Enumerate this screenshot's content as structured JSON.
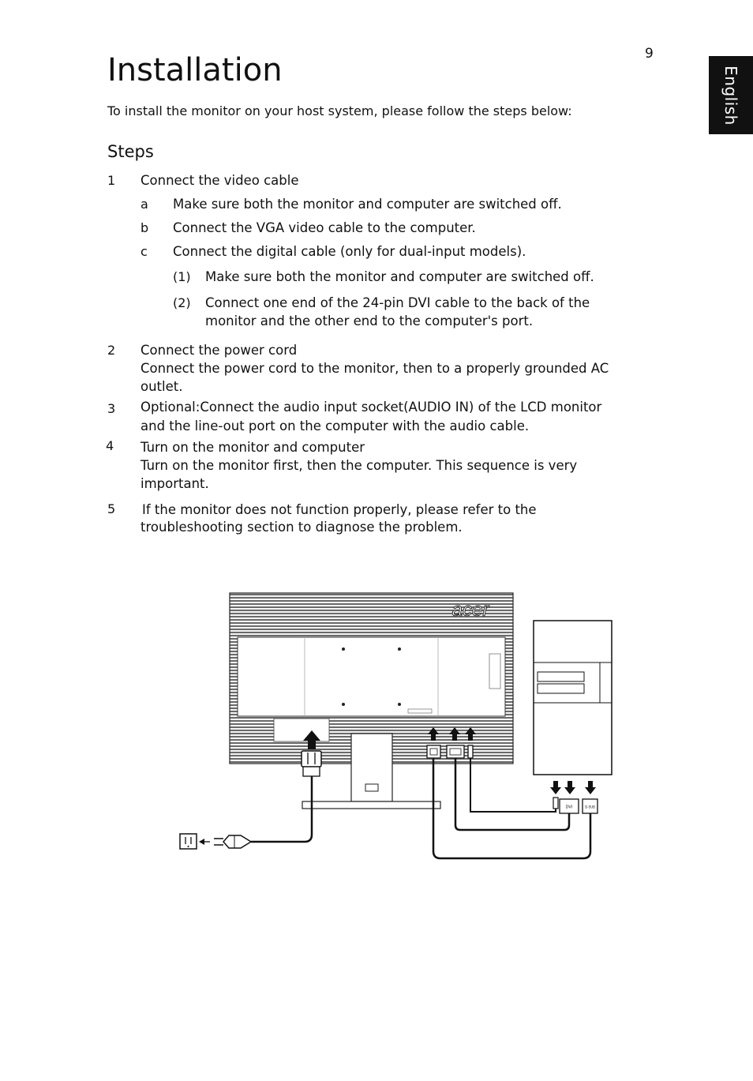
{
  "page_number": "9",
  "language_tab": "English",
  "title": "Installation",
  "intro": "To install the monitor on your host system, please follow the steps below:",
  "steps_heading": "Steps",
  "steps": [
    {
      "number": "1",
      "lines": [
        "Connect the video cable"
      ],
      "substeps": [
        {
          "letter": "a",
          "text": "Make sure both the monitor and computer are switched off."
        },
        {
          "letter": "b",
          "text": "Connect the VGA video cable to the computer."
        },
        {
          "letter": "c",
          "text": "Connect the digital cable (only for dual-input models)."
        }
      ],
      "subsubsteps": [
        {
          "number": "(1)",
          "lines": [
            "Make sure both the monitor and computer are switched off."
          ]
        },
        {
          "number": "(2)",
          "lines": [
            "Connect one end of the 24-pin DVI cable to the back of the",
            "monitor and the other end to the computer's port."
          ]
        }
      ]
    },
    {
      "number": "2",
      "lines": [
        "Connect the power cord",
        "Connect the power cord to the monitor, then to a properly grounded AC",
        "outlet."
      ]
    },
    {
      "number": "3",
      "lines": [
        "Optional:Connect the audio input socket(AUDIO IN) of the LCD monitor",
        "and the line-out port on the computer with the audio cable."
      ]
    },
    {
      "number": "4",
      "lines": [
        "Turn on the monitor and computer",
        "Turn on the monitor first, then the computer. This sequence is very",
        "important."
      ]
    },
    {
      "number": "5",
      "lines": [
        "If the monitor does not function properly, please refer to the",
        "troubleshooting section to diagnose the problem."
      ]
    }
  ],
  "diagram": {
    "brand_logo": "acer",
    "connectors": [
      "DVI",
      "D-SUB"
    ]
  }
}
